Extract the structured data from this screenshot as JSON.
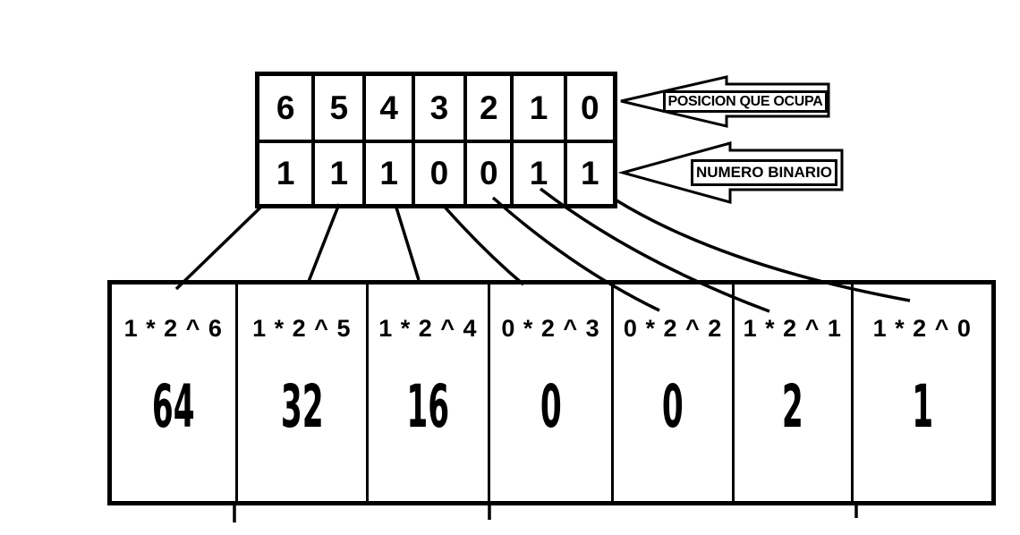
{
  "colors": {
    "ink": "#000000",
    "background": "#ffffff"
  },
  "top_table": {
    "position_row": [
      "6",
      "5",
      "4",
      "3",
      "2",
      "1",
      "0"
    ],
    "binary_row": [
      "1",
      "1",
      "1",
      "0",
      "0",
      "1",
      "1"
    ]
  },
  "arrow_labels": {
    "positions": "POSICION QUE OCUPA",
    "binary": "NUMERO BINARIO"
  },
  "bottom_table": {
    "columns": [
      {
        "formula": "1 * 2 ^ 6",
        "value": "64"
      },
      {
        "formula": "1 * 2 ^ 5",
        "value": "32"
      },
      {
        "formula": "1 * 2 ^ 4",
        "value": "16"
      },
      {
        "formula": "0 * 2 ^ 3",
        "value": "0"
      },
      {
        "formula": "0 * 2 ^ 2",
        "value": "0"
      },
      {
        "formula": "1 * 2 ^ 1",
        "value": "2"
      },
      {
        "formula": "1 * 2 ^ 0",
        "value": "1"
      }
    ]
  }
}
